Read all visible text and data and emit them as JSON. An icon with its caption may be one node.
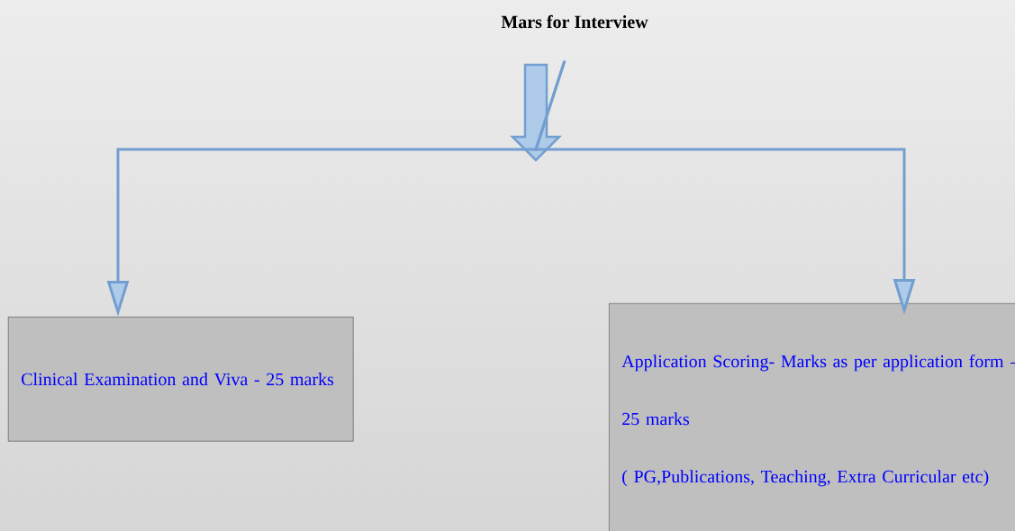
{
  "diagram": {
    "nodes": [
      {
        "text": [
          "Mars for Interview"
        ]
      },
      {
        "text": [
          "Clinical Examination and Viva - 25 marks"
        ]
      },
      {
        "text": [
          "Application Scoring- Marks as per application form - 25 marks",
          "( PG,Publications, Teaching, Extra Curricular etc)"
        ]
      }
    ],
    "edges": [
      {
        "from": 0,
        "to": 1,
        "arrow": "to"
      },
      {
        "from": 0,
        "to": 2,
        "arrow": "to"
      }
    ]
  }
}
